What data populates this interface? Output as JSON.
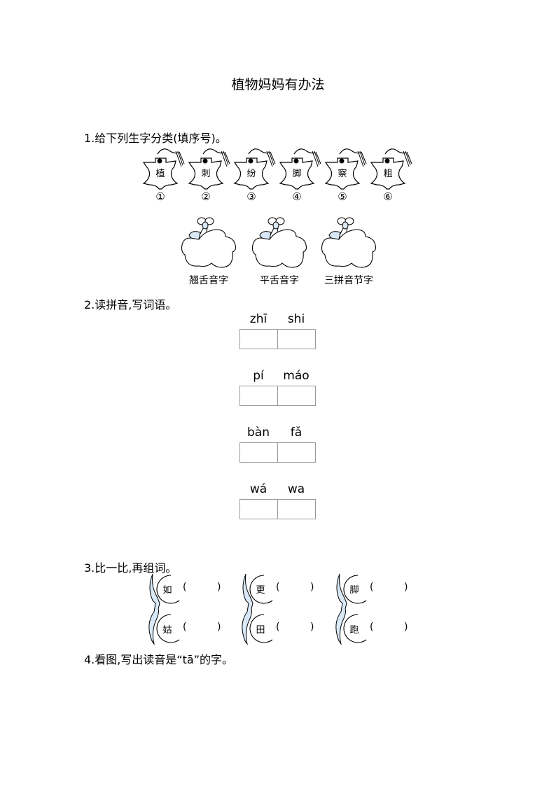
{
  "title": "植物妈妈有办法",
  "q1": {
    "heading": "1.给下列生字分类(填序号)。",
    "tags": [
      {
        "char": "植",
        "num": "①"
      },
      {
        "char": "刺",
        "num": "②"
      },
      {
        "char": "纷",
        "num": "③"
      },
      {
        "char": "脚",
        "num": "④"
      },
      {
        "char": "察",
        "num": "⑤"
      },
      {
        "char": "粗",
        "num": "⑥"
      }
    ],
    "bags": [
      {
        "label": "翘舌音字"
      },
      {
        "label": "平舌音字"
      },
      {
        "label": "三拼音节字"
      }
    ],
    "colors": {
      "bag_accent": "#d8e8f6",
      "outline": "#000000"
    }
  },
  "q2": {
    "heading": "2.读拼音,写词语。",
    "words": [
      {
        "p1": "zhī",
        "p2": "shi"
      },
      {
        "p1": "pí",
        "p2": "máo"
      },
      {
        "p1": "bàn",
        "p2": "fǎ"
      },
      {
        "p1": "wá",
        "p2": "wa"
      }
    ],
    "colors": {
      "grid_border": "#999999"
    }
  },
  "q3": {
    "heading": "3.比一比,再组词。",
    "pairs": [
      {
        "top": "如",
        "bottom": "姑"
      },
      {
        "top": "更",
        "bottom": "田"
      },
      {
        "top": "脚",
        "bottom": "跑"
      }
    ],
    "open_paren": "(",
    "close_paren": ")",
    "colors": {
      "brace_fill": "#d8e8f6"
    }
  },
  "q4": {
    "heading": "4.看图,写出读音是“tā”的字。"
  }
}
